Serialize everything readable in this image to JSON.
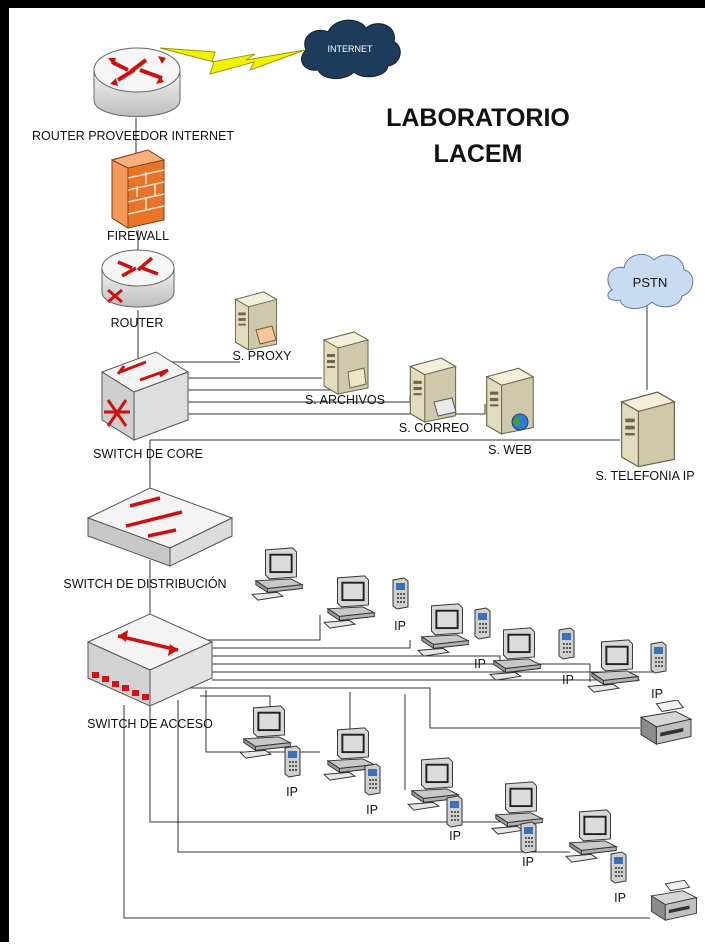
{
  "title": {
    "line1": "LABORATORIO",
    "line2": "LACEM"
  },
  "clouds": {
    "internet": "INTERNET",
    "pstn": "PSTN"
  },
  "labels": {
    "router_isp": "ROUTER PROVEEDOR INTERNET",
    "firewall": "FIREWALL",
    "router": "ROUTER",
    "switch_core": "SWITCH DE CORE",
    "switch_dist": "SWITCH  DE DISTRIBUCIÓN",
    "switch_access": "SWITCH DE ACCESO",
    "s_proxy": "S. PROXY",
    "s_archivos": "S. ARCHIVOS",
    "s_correo": "S. CORREO",
    "s_web": "S. WEB",
    "s_telefonia": "S. TELEFONIA IP",
    "ip": "IP"
  },
  "colors": {
    "router_body": "#d8d8d8",
    "router_arrows": "#cc1111",
    "firewall": "#e8742a",
    "server": "#e9e3c9",
    "cloud_internet": "#1f3b5c",
    "cloud_pstn": "#c9dbf2",
    "lightning": "#f2f200",
    "access_ports": "#d0121b"
  }
}
